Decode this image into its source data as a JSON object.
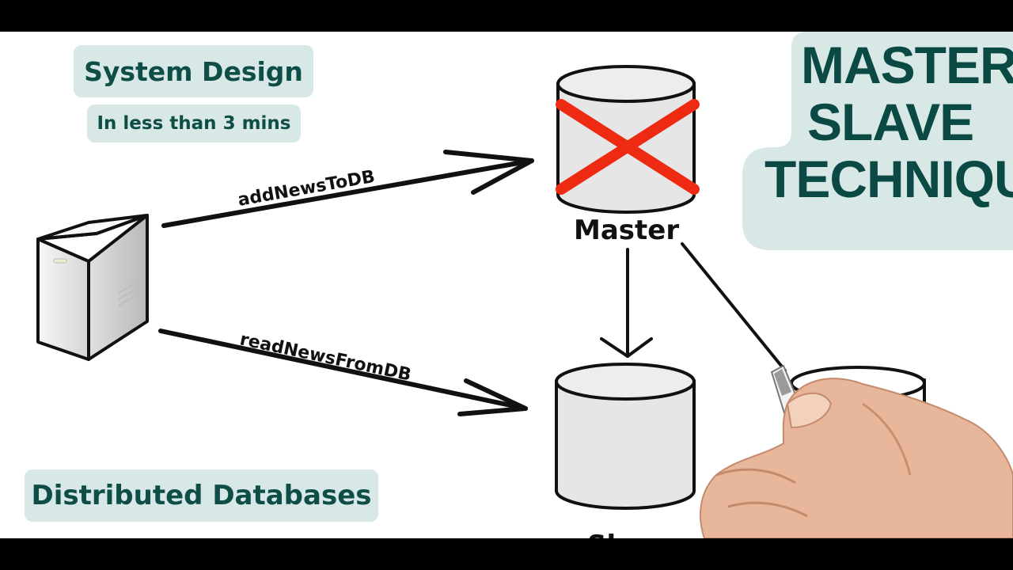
{
  "header": {
    "topic": "System Design",
    "subtitle": "In less than 3 mins",
    "category": "Distributed Databases"
  },
  "title": {
    "line1": "MASTER-",
    "line2": "SLAVE",
    "line3": "TECHNIQUE"
  },
  "diagram": {
    "arrow_write_label": "addNewsToDB",
    "arrow_read_label": "readNewsFromDB",
    "master_label": "Master",
    "slave_label": "Slave",
    "master_status": "crossed-out",
    "icons": [
      "server-icon",
      "database-icon",
      "hand-with-marker"
    ]
  },
  "colors": {
    "accent_bg": "#d7e8e6",
    "accent_text": "#0f4d47",
    "cross": "#ee2a12",
    "cylinder_fill": "#e6e6e6"
  }
}
